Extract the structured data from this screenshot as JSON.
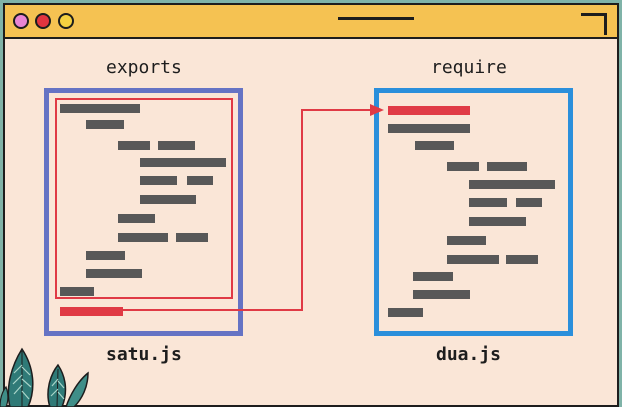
{
  "colors": {
    "exports_box": "#6573c4",
    "require_box": "#2a8fdb",
    "highlight": "#e03a45",
    "code_bar": "#585858"
  },
  "left": {
    "heading": "exports",
    "filename": "satu.js"
  },
  "right": {
    "heading": "require",
    "filename": "dua.js"
  },
  "icons": {
    "window_controls": [
      "pink-dot-icon",
      "red-dot-icon",
      "yellow-dot-icon"
    ],
    "decor": "leaf-plant-icon"
  }
}
